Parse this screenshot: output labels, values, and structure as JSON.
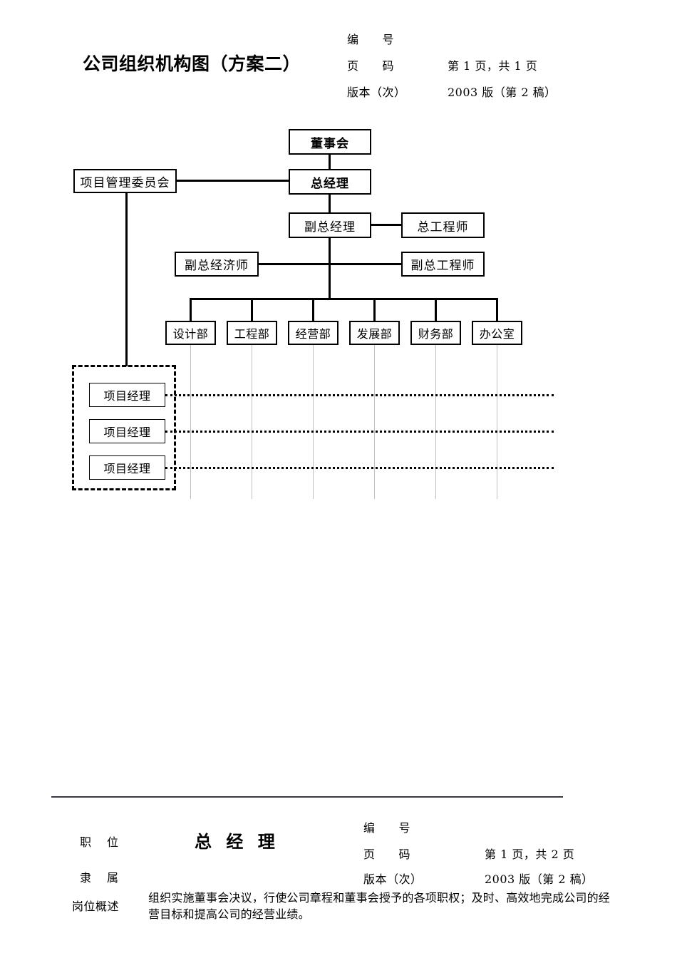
{
  "header": {
    "title": "公司组织机构图（方案二）",
    "meta": [
      {
        "label": "编　　号",
        "value": ""
      },
      {
        "label": "页　　码",
        "value": "第 1 页，共 1 页"
      },
      {
        "label": "版本（次）",
        "value": "2003 版（第 2 稿）"
      }
    ]
  },
  "chart": {
    "board": "董事会",
    "general_manager": "总经理",
    "project_committee": "项目管理委员会",
    "deputy_general_manager": "副总经理",
    "chief_engineer": "总工程师",
    "deputy_chief_economist": "副总经济师",
    "deputy_chief_engineer": "副总工程师",
    "departments": [
      "设计部",
      "工程部",
      "经营部",
      "发展部",
      "财务部",
      "办公室"
    ],
    "project_managers": [
      "项目经理",
      "项目经理",
      "项目经理"
    ]
  },
  "footer": {
    "position_label": "职　位",
    "position_value": "总 经 理",
    "affiliation_label": "隶　属",
    "affiliation_value": "",
    "summary_label": "岗位概述",
    "summary_text": "组织实施董事会决议，行使公司章程和董事会授予的各项职权；及时、高效地完成公司的经营目标和提高公司的经营业绩。",
    "meta": [
      {
        "label": "编　　号",
        "value": ""
      },
      {
        "label": "页　　码",
        "value": "第 1 页，共 2 页"
      },
      {
        "label": "版本（次）",
        "value": "2003 版（第 2 稿）"
      }
    ]
  }
}
